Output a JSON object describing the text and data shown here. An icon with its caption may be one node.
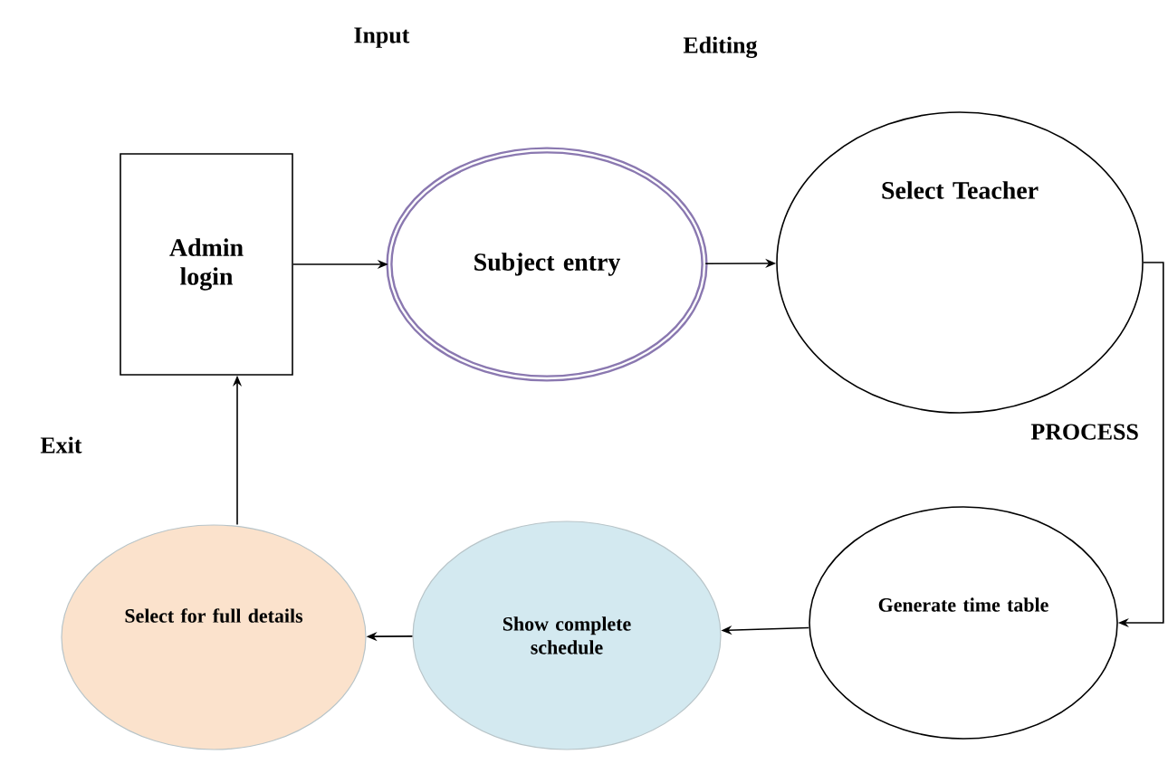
{
  "diagram": {
    "nodes": [
      {
        "text": [
          "Admin login"
        ]
      },
      {
        "text": [
          "Subject entry"
        ]
      },
      {
        "text": [
          "Select Teacher"
        ]
      },
      {
        "text": [
          "Generate time table"
        ]
      },
      {
        "text": [
          "Show complete schedule"
        ]
      },
      {
        "text": [
          "Select for full details"
        ]
      }
    ],
    "edges": [
      {
        "from": 0,
        "to": 1,
        "arrow": "to"
      },
      {
        "from": 1,
        "to": 2,
        "arrow": "to"
      },
      {
        "from": 2,
        "to": 3,
        "arrow": "to"
      },
      {
        "from": 3,
        "to": 4,
        "arrow": "to"
      },
      {
        "from": 4,
        "to": 5,
        "arrow": "to"
      },
      {
        "from": 5,
        "to": 0,
        "arrow": "to"
      }
    ],
    "labels": [
      "Input",
      "Editing",
      "Exit",
      "PROCESS"
    ]
  }
}
